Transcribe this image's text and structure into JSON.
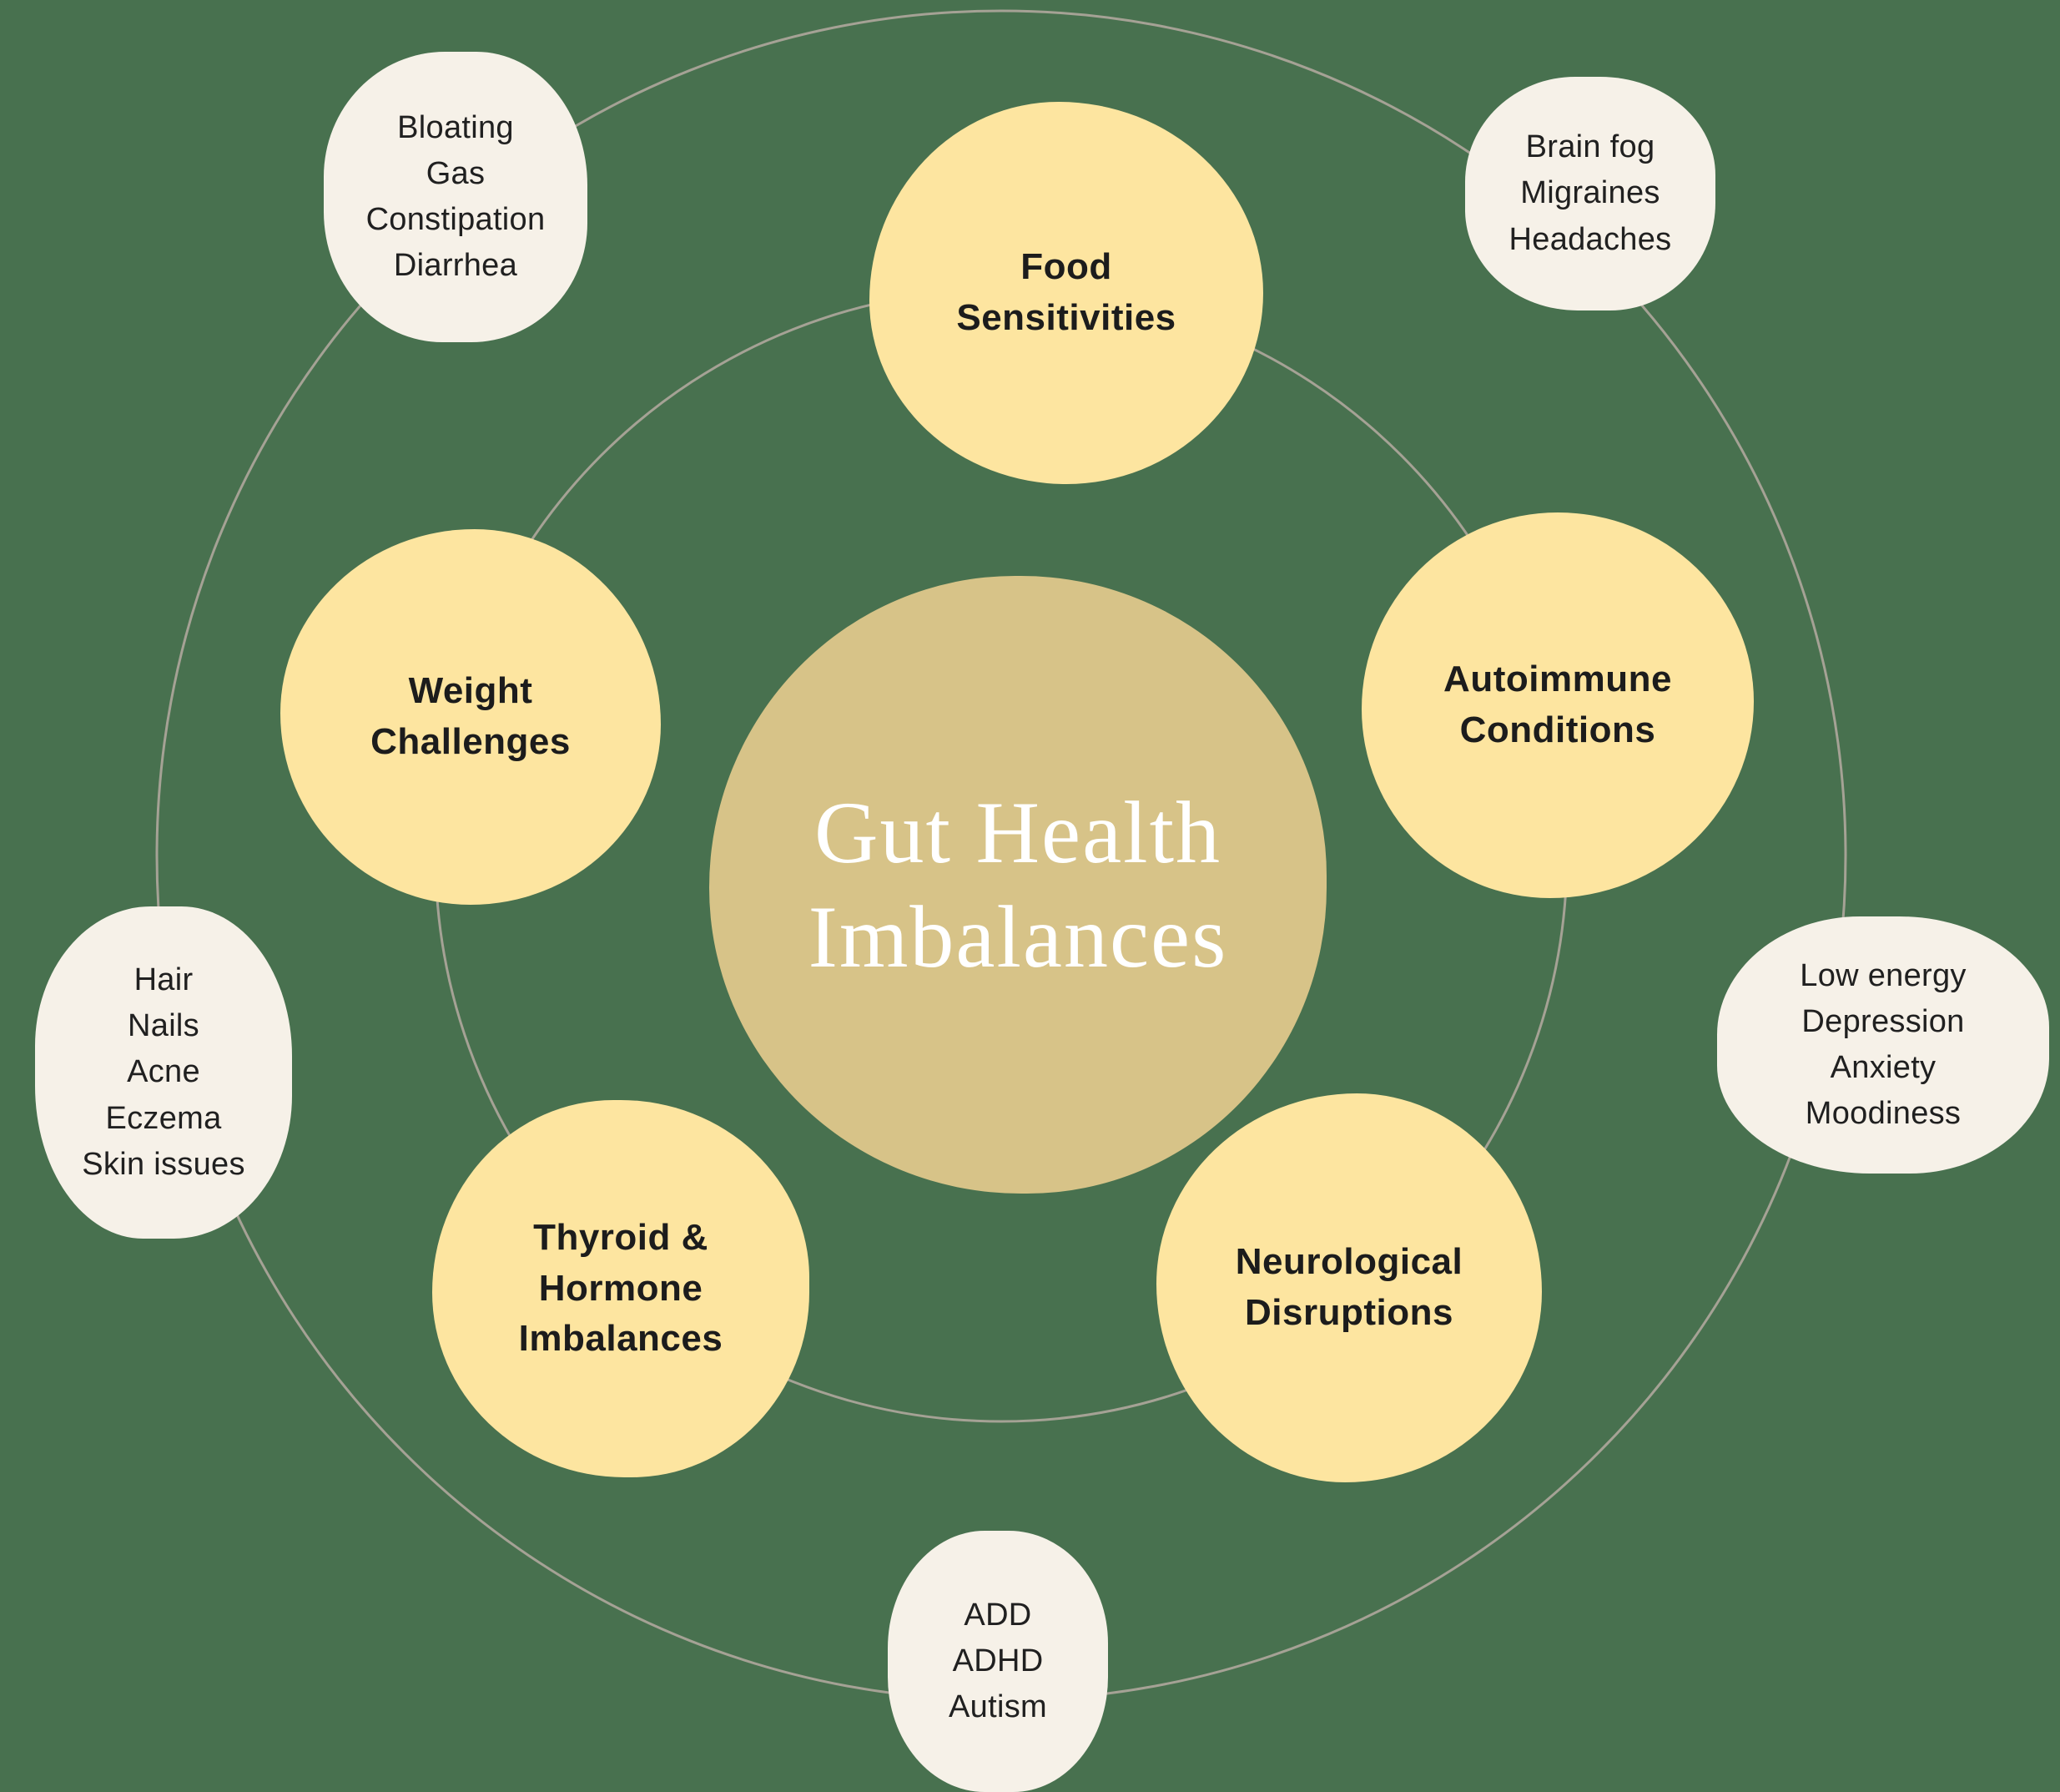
{
  "palette": {
    "background": "#48714F",
    "ring_line": "#A5A295",
    "center_fill": "#D7C388",
    "center_text": "#FFFFFF",
    "cause_fill": "#FDE5A0",
    "cause_text": "#1C1C1C",
    "symptom_fill": "#F6F1E8",
    "symptom_text": "#202020"
  },
  "center": {
    "lines": [
      "Gut Health",
      "Imbalances"
    ]
  },
  "causes": [
    {
      "id": "food-sensitivities",
      "lines": [
        "Food",
        "Sensitivities"
      ]
    },
    {
      "id": "weight-challenges",
      "lines": [
        "Weight",
        "Challenges"
      ]
    },
    {
      "id": "autoimmune-conditions",
      "lines": [
        "Autoimmune",
        "Conditions"
      ]
    },
    {
      "id": "thyroid-hormone-imbalances",
      "lines": [
        "Thyroid &",
        "Hormone",
        "Imbalances"
      ]
    },
    {
      "id": "neurological-disruptions",
      "lines": [
        "Neurological",
        "Disruptions"
      ]
    }
  ],
  "symptoms": [
    {
      "id": "digestive",
      "lines": [
        "Bloating",
        "Gas",
        "Constipation",
        "Diarrhea"
      ]
    },
    {
      "id": "head",
      "lines": [
        "Brain fog",
        "Migraines",
        "Headaches"
      ]
    },
    {
      "id": "skin",
      "lines": [
        "Hair",
        "Nails",
        "Acne",
        "Eczema",
        "Skin issues"
      ]
    },
    {
      "id": "mood",
      "lines": [
        "Low energy",
        "Depression",
        "Anxiety",
        "Moodiness"
      ]
    },
    {
      "id": "neurodevelopmental",
      "lines": [
        "ADD",
        "ADHD",
        "Autism"
      ]
    }
  ]
}
